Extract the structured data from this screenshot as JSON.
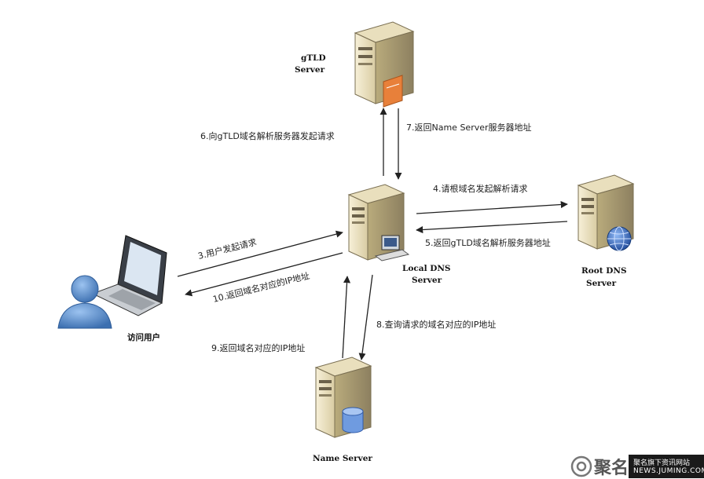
{
  "nodes": {
    "gtld": {
      "line1": "gTLD",
      "line2": "Server"
    },
    "local": {
      "line1": "Local DNS",
      "line2": "Server"
    },
    "root": {
      "line1": "Root DNS",
      "line2": "Server"
    },
    "name": {
      "line1": "Name Server"
    },
    "user": {
      "label": "访问用户"
    }
  },
  "steps": {
    "s3": "3.用户发起请求",
    "s4": "4.请根域名发起解析请求",
    "s5": "5.返回gTLD域名解析服务器地址",
    "s6": "6.向gTLD域名解析服务器发起请求",
    "s7": "7.返回Name Server服务器地址",
    "s8": "8.查询请求的域名对应的IP地址",
    "s9": "9.返回域名对应的IP地址",
    "s10": "10.返回域名对应的IP地址"
  },
  "watermark": {
    "brand": "聚名",
    "line1": "聚名旗下资讯网站",
    "line2": "NEWS.JUMING.COM"
  },
  "colors": {
    "server_body": "#ede3c3",
    "server_shade": "#c9bb8e",
    "arrow": "#222222",
    "user_blue": "#4f86c6",
    "gtld_accent": "#e8803a",
    "globe_blue": "#2d5fb3",
    "db_blue": "#6f9be0"
  }
}
